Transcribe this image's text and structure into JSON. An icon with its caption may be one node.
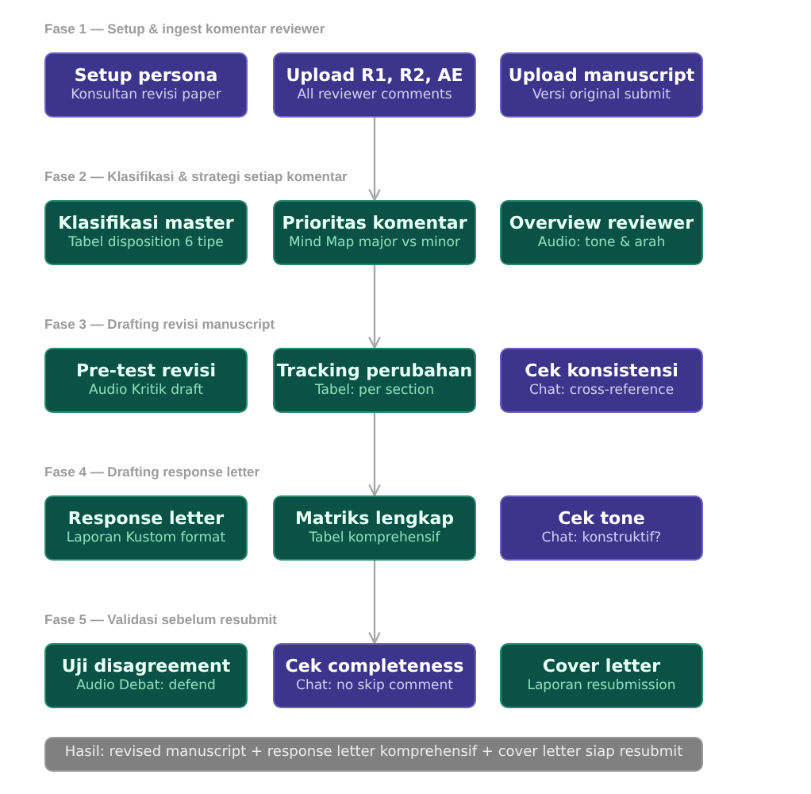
{
  "diagram": {
    "nodes": [
      {
        "text": [
          "Setup persona",
          "Konsultan revisi paper"
        ]
      },
      {
        "text": [
          "Upload R1, R2, AE",
          "All reviewer comments"
        ]
      },
      {
        "text": [
          "Upload manuscript",
          "Versi original submit"
        ]
      },
      {
        "text": [
          "Klasifikasi master",
          "Tabel disposition 6 tipe"
        ]
      },
      {
        "text": [
          "Prioritas komentar",
          "Mind Map major vs minor"
        ]
      },
      {
        "text": [
          "Overview reviewer",
          "Audio: tone & arah"
        ]
      },
      {
        "text": [
          "Pre-test revisi",
          "Audio Kritik draft"
        ]
      },
      {
        "text": [
          "Tracking perubahan",
          "Tabel: per section"
        ]
      },
      {
        "text": [
          "Cek konsistensi",
          "Chat: cross-reference"
        ]
      },
      {
        "text": [
          "Response letter",
          "Laporan Kustom format"
        ]
      },
      {
        "text": [
          "Matriks lengkap",
          "Tabel komprehensif"
        ]
      },
      {
        "text": [
          "Cek tone",
          "Chat: konstruktif?"
        ]
      },
      {
        "text": [
          "Uji disagreement",
          "Audio Debat: defend"
        ]
      },
      {
        "text": [
          "Cek completeness",
          "Chat: no skip comment"
        ]
      },
      {
        "text": [
          "Cover letter",
          "Laporan resubmission"
        ]
      },
      {
        "text": [
          "Hasil: revised manuscript + response letter komprehensif + cover letter siap resubmit"
        ]
      }
    ],
    "edges": [
      {
        "from": 1,
        "to": 4,
        "arrow": "to"
      },
      {
        "from": 4,
        "to": 7,
        "arrow": "to"
      },
      {
        "from": 7,
        "to": 10,
        "arrow": "to"
      },
      {
        "from": 10,
        "to": 13,
        "arrow": "to"
      }
    ],
    "labels": [
      "Fase 1 — Setup & ingest komentar reviewer",
      "Fase 2 — Klasifikasi & strategi setiap komentar",
      "Fase 3 — Drafting revisi manuscript",
      "Fase 4 — Drafting response letter",
      "Fase 5 — Validasi sebelum resubmit"
    ]
  }
}
